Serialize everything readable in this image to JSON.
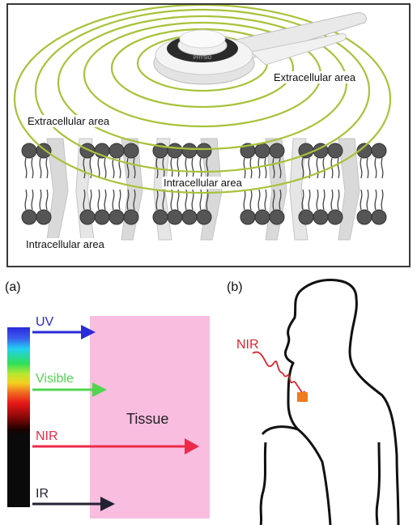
{
  "top_panel": {
    "label_extracellular_right": "Extracellular area",
    "label_extracellular_left": "Extracellular area",
    "label_intracellular_center": "Intracellular area",
    "label_intracellular_bottom": "Intracellular area",
    "device_text": "PHYSIO",
    "field_color": "#a8c23a"
  },
  "panel_a": {
    "letter": "(a)",
    "tissue_label": "Tissue",
    "tissue_color": "#f9bde0",
    "arrows": [
      {
        "label": "UV",
        "color": "#2a2ad8"
      },
      {
        "label": "Visible",
        "color": "#4fd64f"
      },
      {
        "label": "NIR",
        "color": "#ee2a4a"
      },
      {
        "label": "IR",
        "color": "#222233"
      }
    ]
  },
  "panel_b": {
    "letter": "(b)",
    "nir_label": "NIR",
    "nir_color": "#d8262e",
    "target_color": "#f07a1c"
  }
}
